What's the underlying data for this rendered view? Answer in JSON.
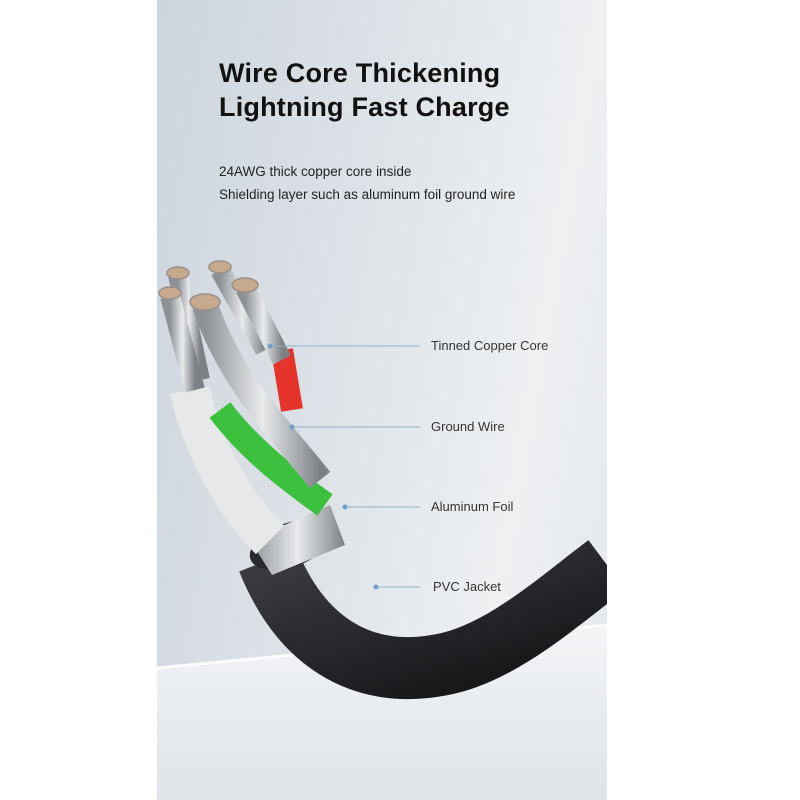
{
  "headline": {
    "line1": "Wire Core Thickening",
    "line2": "Lightning Fast Charge"
  },
  "subtext": {
    "line1": "24AWG thick copper core inside",
    "line2": "Shielding layer such as aluminum foil ground wire"
  },
  "callouts": [
    {
      "label": "Tinned Copper Core"
    },
    {
      "label": "Ground Wire"
    },
    {
      "label": "Aluminum Foil"
    },
    {
      "label": "PVC Jacket"
    }
  ],
  "colors": {
    "jacket": "#1b1c1e",
    "red_wire": "#e5332b",
    "green_wire": "#3cc13e",
    "callout_line": "#8fb4d3"
  }
}
